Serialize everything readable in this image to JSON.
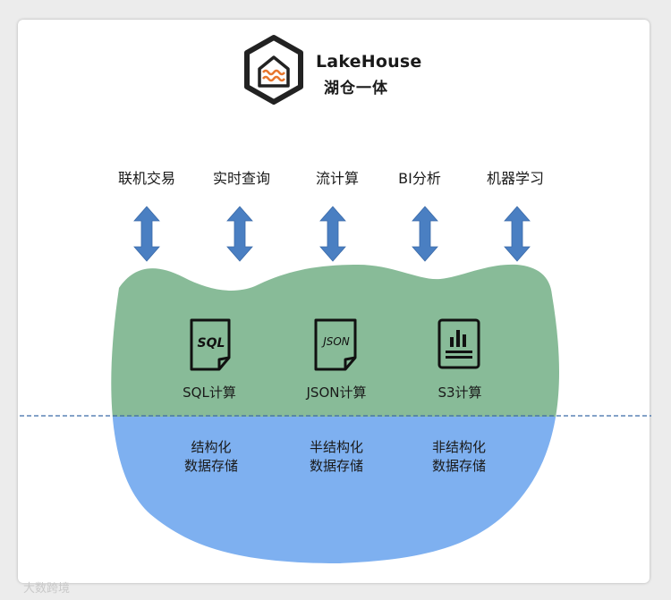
{
  "brand": {
    "name": "LakeHouse",
    "subtitle": "湖仓一体"
  },
  "consumers": [
    {
      "label": "联机交易"
    },
    {
      "label": "实时查询"
    },
    {
      "label": "流计算"
    },
    {
      "label": "BI分析"
    },
    {
      "label": "机器学习"
    }
  ],
  "compute": [
    {
      "icon_text": "SQL",
      "label": "SQL计算"
    },
    {
      "icon_text": "JSON",
      "label": "JSON计算"
    },
    {
      "icon_text": "",
      "label": "S3计算"
    }
  ],
  "storage": [
    {
      "line1": "结构化",
      "line2": "数据存储"
    },
    {
      "line1": "半结构化",
      "line2": "数据存储"
    },
    {
      "line1": "非结构化",
      "line2": "数据存储"
    }
  ],
  "watermark": "大数跨境",
  "colors": {
    "lake_upper": "#88bb98",
    "lake_lower": "#7eb0f0",
    "arrow": "#4a7fc2",
    "logo_accent": "#e8772e",
    "waterline": "#3b6aa8"
  }
}
